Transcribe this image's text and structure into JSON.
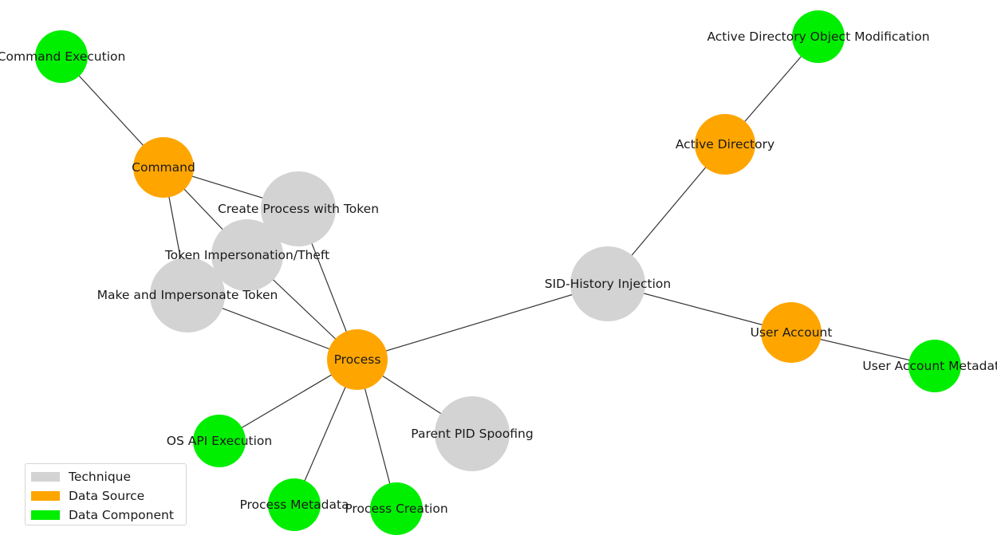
{
  "colors": {
    "technique": "#d3d3d3",
    "data_source": "#ffa500",
    "data_component": "#00ee00",
    "edge": "#333333"
  },
  "legend": [
    {
      "label": "Technique",
      "kind": "technique"
    },
    {
      "label": "Data Source",
      "kind": "data_source"
    },
    {
      "label": "Data Component",
      "kind": "data_component"
    }
  ],
  "nodes": [
    {
      "id": "cmd_exec",
      "label": "Command Execution",
      "kind": "data_component"
    },
    {
      "id": "command",
      "label": "Command",
      "kind": "data_source"
    },
    {
      "id": "create_proc_token",
      "label": "Create Process with Token",
      "kind": "technique"
    },
    {
      "id": "token_imp",
      "label": "Token Impersonation/Theft",
      "kind": "technique"
    },
    {
      "id": "make_imp",
      "label": "Make and Impersonate Token",
      "kind": "technique"
    },
    {
      "id": "process",
      "label": "Process",
      "kind": "data_source"
    },
    {
      "id": "os_api",
      "label": "OS API Execution",
      "kind": "data_component"
    },
    {
      "id": "proc_meta",
      "label": "Process Metadata",
      "kind": "data_component"
    },
    {
      "id": "proc_create",
      "label": "Process Creation",
      "kind": "data_component"
    },
    {
      "id": "ppid",
      "label": "Parent PID Spoofing",
      "kind": "technique"
    },
    {
      "id": "sid",
      "label": "SID-History Injection",
      "kind": "technique"
    },
    {
      "id": "ad",
      "label": "Active Directory",
      "kind": "data_source"
    },
    {
      "id": "ad_obj_mod",
      "label": "Active Directory Object Modification",
      "kind": "data_component"
    },
    {
      "id": "user_acct",
      "label": "User Account",
      "kind": "data_source"
    },
    {
      "id": "user_acct_meta",
      "label": "User Account Metadata",
      "kind": "data_component"
    }
  ],
  "edges": [
    [
      "cmd_exec",
      "command"
    ],
    [
      "command",
      "create_proc_token"
    ],
    [
      "command",
      "token_imp"
    ],
    [
      "command",
      "make_imp"
    ],
    [
      "create_proc_token",
      "process"
    ],
    [
      "token_imp",
      "process"
    ],
    [
      "make_imp",
      "process"
    ],
    [
      "process",
      "os_api"
    ],
    [
      "process",
      "proc_meta"
    ],
    [
      "process",
      "proc_create"
    ],
    [
      "process",
      "ppid"
    ],
    [
      "process",
      "sid"
    ],
    [
      "sid",
      "ad"
    ],
    [
      "ad",
      "ad_obj_mod"
    ],
    [
      "sid",
      "user_acct"
    ],
    [
      "user_acct",
      "user_acct_meta"
    ]
  ]
}
